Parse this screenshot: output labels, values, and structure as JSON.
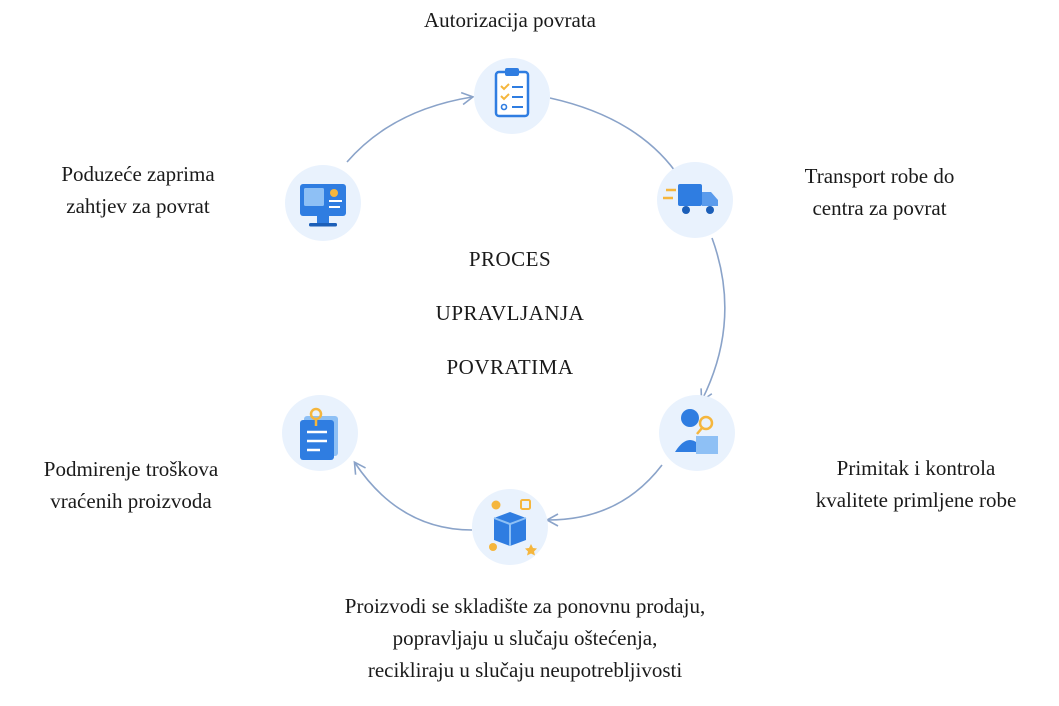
{
  "title": [
    "PROCES",
    "UPRAVLJANJA",
    "POVRATIMA"
  ],
  "steps": [
    {
      "icon": "clipboard-checklist-icon",
      "lines": [
        "Autorizacija povrata"
      ]
    },
    {
      "icon": "delivery-truck-icon",
      "lines": [
        "Transport robe do",
        "centra za povrat"
      ]
    },
    {
      "icon": "inspector-magnifier-icon",
      "lines": [
        "Primitak i kontrola",
        "kvalitete primljene robe"
      ]
    },
    {
      "icon": "open-box-icon",
      "lines": [
        "Proizvodi se skladište za ponovnu prodaju,",
        "popravljaju u slučaju oštećenja,",
        "recikliraju u slučaju neupotrebljivosti"
      ]
    },
    {
      "icon": "document-note-icon",
      "lines": [
        "Podmirenje troškova",
        "vraćenih proizvoda"
      ]
    },
    {
      "icon": "computer-monitor-icon",
      "lines": [
        "Poduzeće zaprima",
        "zahtjev za povrat"
      ]
    }
  ],
  "colors": {
    "circle_fill": "#e9f2fd",
    "icon_primary": "#2f7de1",
    "icon_light": "#8ec0f5",
    "icon_accent": "#f5b63d",
    "arrow": "#8aa3c9"
  }
}
